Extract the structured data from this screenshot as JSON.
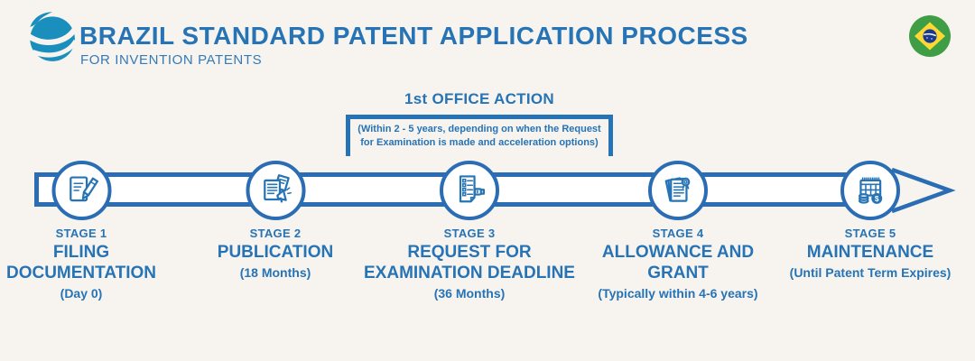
{
  "page": {
    "background_color": "#f7f4ef",
    "accent_color": "#2673b5",
    "timeline_color": "#2a6db4"
  },
  "header": {
    "title": "BRAZIL STANDARD PATENT APPLICATION PROCESS",
    "subtitle": "FOR INVENTION PATENTS",
    "logo_icon": "globe-swirl-logo",
    "logo_color": "#1a8ebc",
    "flag_icon": "brazil-flag-icon",
    "flag_colors": {
      "green": "#3f9e45",
      "yellow": "#fdd835",
      "blue": "#1a3a8f"
    }
  },
  "office_action": {
    "title": "1st OFFICE ACTION",
    "note": "(Within 2 - 5 years, depending on when the Request for Examination is made and acceleration options)"
  },
  "timeline": {
    "shape": "horizontal-band-arrow",
    "arrow_icon": "right-arrowhead"
  },
  "stages": [
    {
      "label": "STAGE 1",
      "title": "FILING DOCUMENTATION",
      "subtitle": "(Day 0)",
      "icon": "document-pencil-icon"
    },
    {
      "label": "STAGE 2",
      "title": "PUBLICATION",
      "subtitle": "(18 Months)",
      "icon": "papers-megaphone-icon"
    },
    {
      "label": "STAGE 3",
      "title": "REQUEST FOR EXAMINATION DEADLINE",
      "subtitle": "(36 Months)",
      "icon": "checklist-hand-icon"
    },
    {
      "label": "STAGE 4",
      "title": "ALLOWANCE AND GRANT",
      "subtitle": "(Typically within 4-6 years)",
      "icon": "documents-seal-icon"
    },
    {
      "label": "STAGE 5",
      "title": "MAINTENANCE",
      "subtitle": "(Until Patent Term Expires)",
      "icon": "calendar-money-icon"
    }
  ]
}
